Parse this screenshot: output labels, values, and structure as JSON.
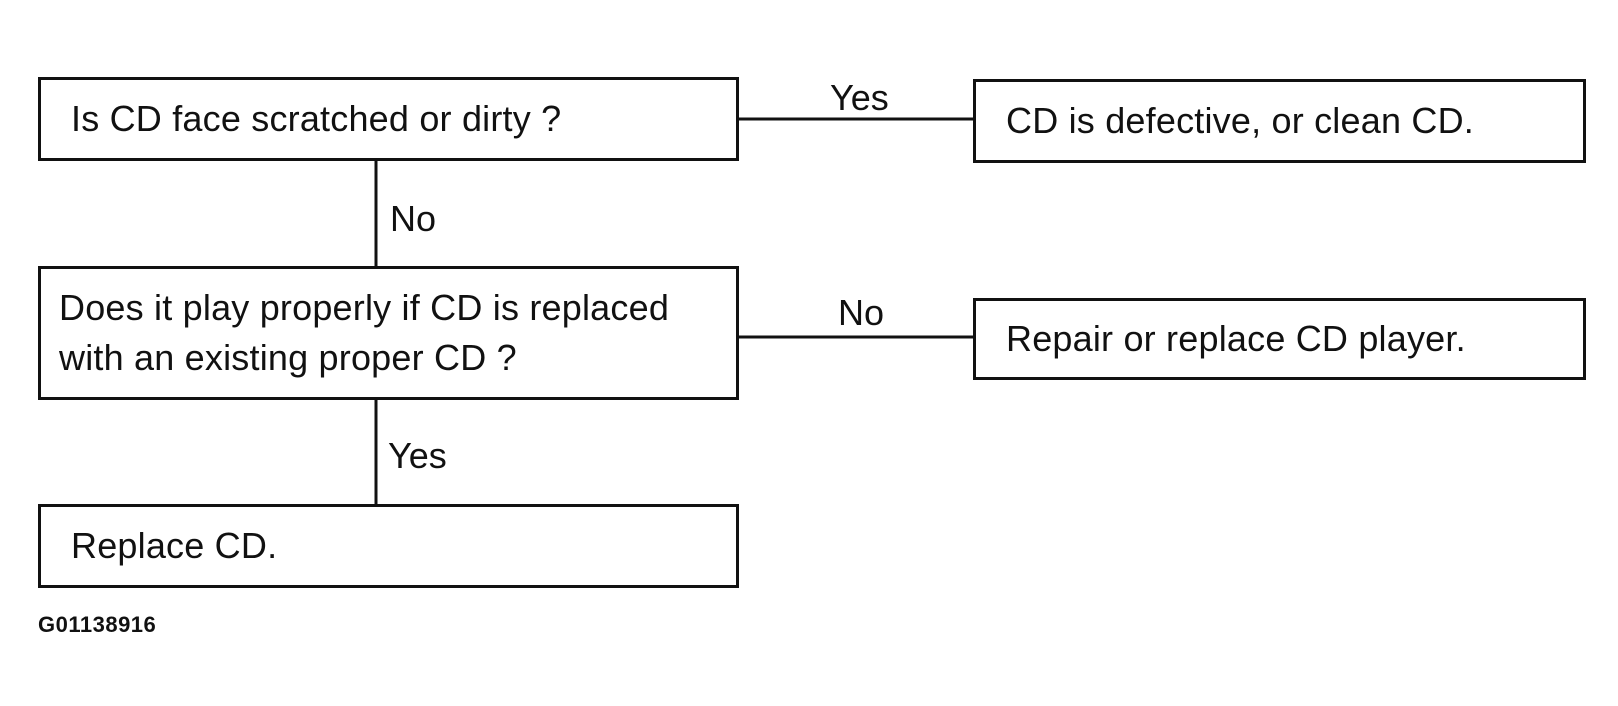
{
  "nodes": {
    "q1": "Is CD face scratched or dirty ?",
    "r1": "CD is defective, or clean CD.",
    "q2": "Does it play properly if CD is replaced\nwith an existing proper CD ?",
    "r2": "Repair or replace CD player.",
    "r3": "Replace CD."
  },
  "edges": {
    "q1_r1": "Yes",
    "q1_q2": "No",
    "q2_r2": "No",
    "q2_r3": "Yes"
  },
  "figure_id": "G01138916"
}
